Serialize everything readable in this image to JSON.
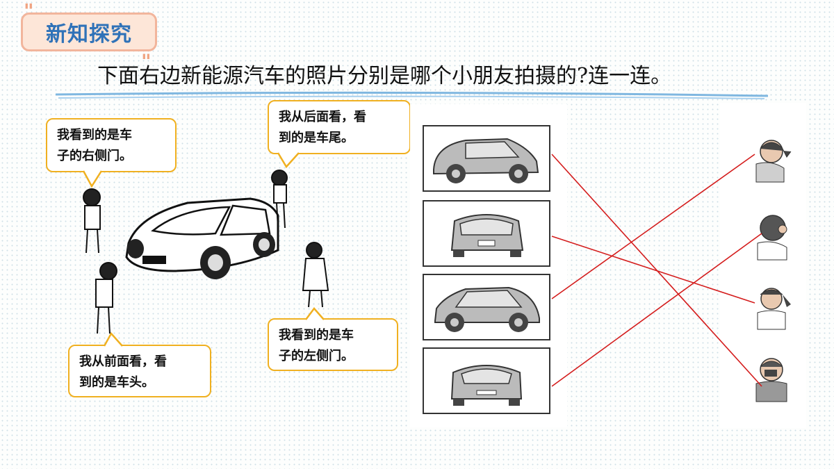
{
  "header": {
    "section_tag": "新知探究",
    "question": "下面右边新能源汽车的照片分别是哪个小朋友拍摄的?连一连。"
  },
  "bubbles": [
    {
      "id": "right-door",
      "line1": "我看到的是车",
      "line2": "子的右侧门。"
    },
    {
      "id": "rear",
      "line1": "我从后面看，看",
      "line2": "到的是车尾。"
    },
    {
      "id": "front",
      "line1": "我从前面看，看",
      "line2": "到的是车头。"
    },
    {
      "id": "left-door",
      "line1": "我看到的是车",
      "line2": "子的左侧门。"
    }
  ],
  "colors": {
    "accent_tag_bg": "#fde6d8",
    "accent_tag_text": "#2f72b8",
    "bubble_border": "#f0b020",
    "match_line": "#d41c1c"
  },
  "photos": [
    "side-view-facing-right",
    "rear-view",
    "side-view-facing-left",
    "front-view"
  ],
  "children": [
    "girl-ponytail",
    "boy-side",
    "girl-pigtails",
    "boy-front"
  ],
  "matches": [
    {
      "photo": 1,
      "child": 3
    },
    {
      "photo": 2,
      "child": 2
    },
    {
      "photo": 3,
      "child": 0
    },
    {
      "photo": 4,
      "child": 1
    }
  ]
}
